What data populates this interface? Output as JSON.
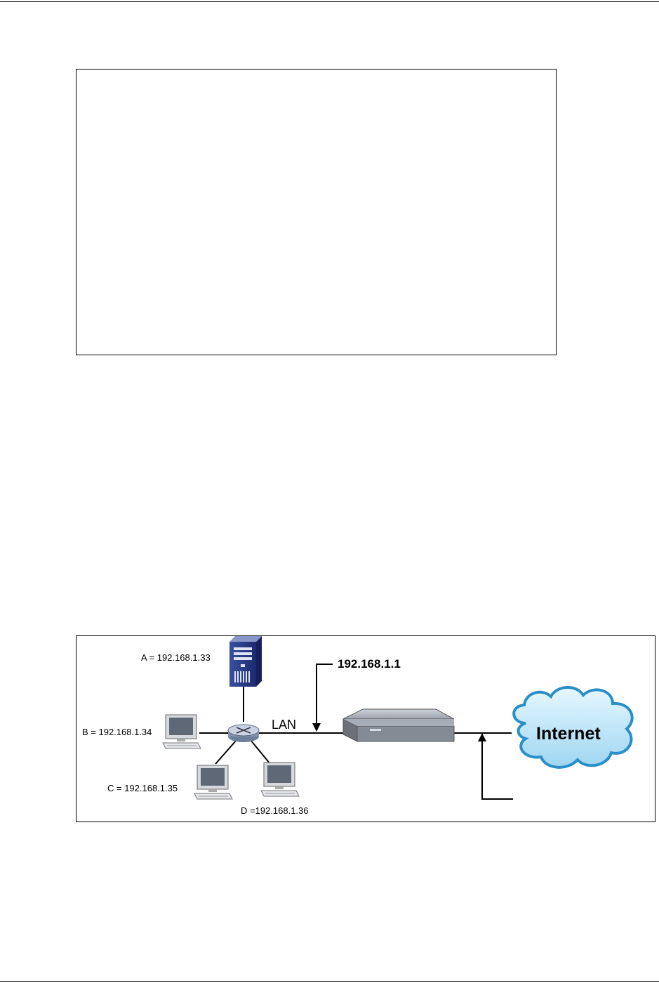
{
  "diagram": {
    "hosts": [
      {
        "id": "A",
        "label": "A = 192.168.1.33"
      },
      {
        "id": "B",
        "label": "B = 192.168.1.34"
      },
      {
        "id": "C",
        "label": "C  = 192.168.1.35"
      },
      {
        "id": "D",
        "label": "D =192.168.1.36"
      }
    ],
    "lan_label": "LAN",
    "router_ip": "192.168.1.1",
    "cloud_label": "Internet"
  }
}
